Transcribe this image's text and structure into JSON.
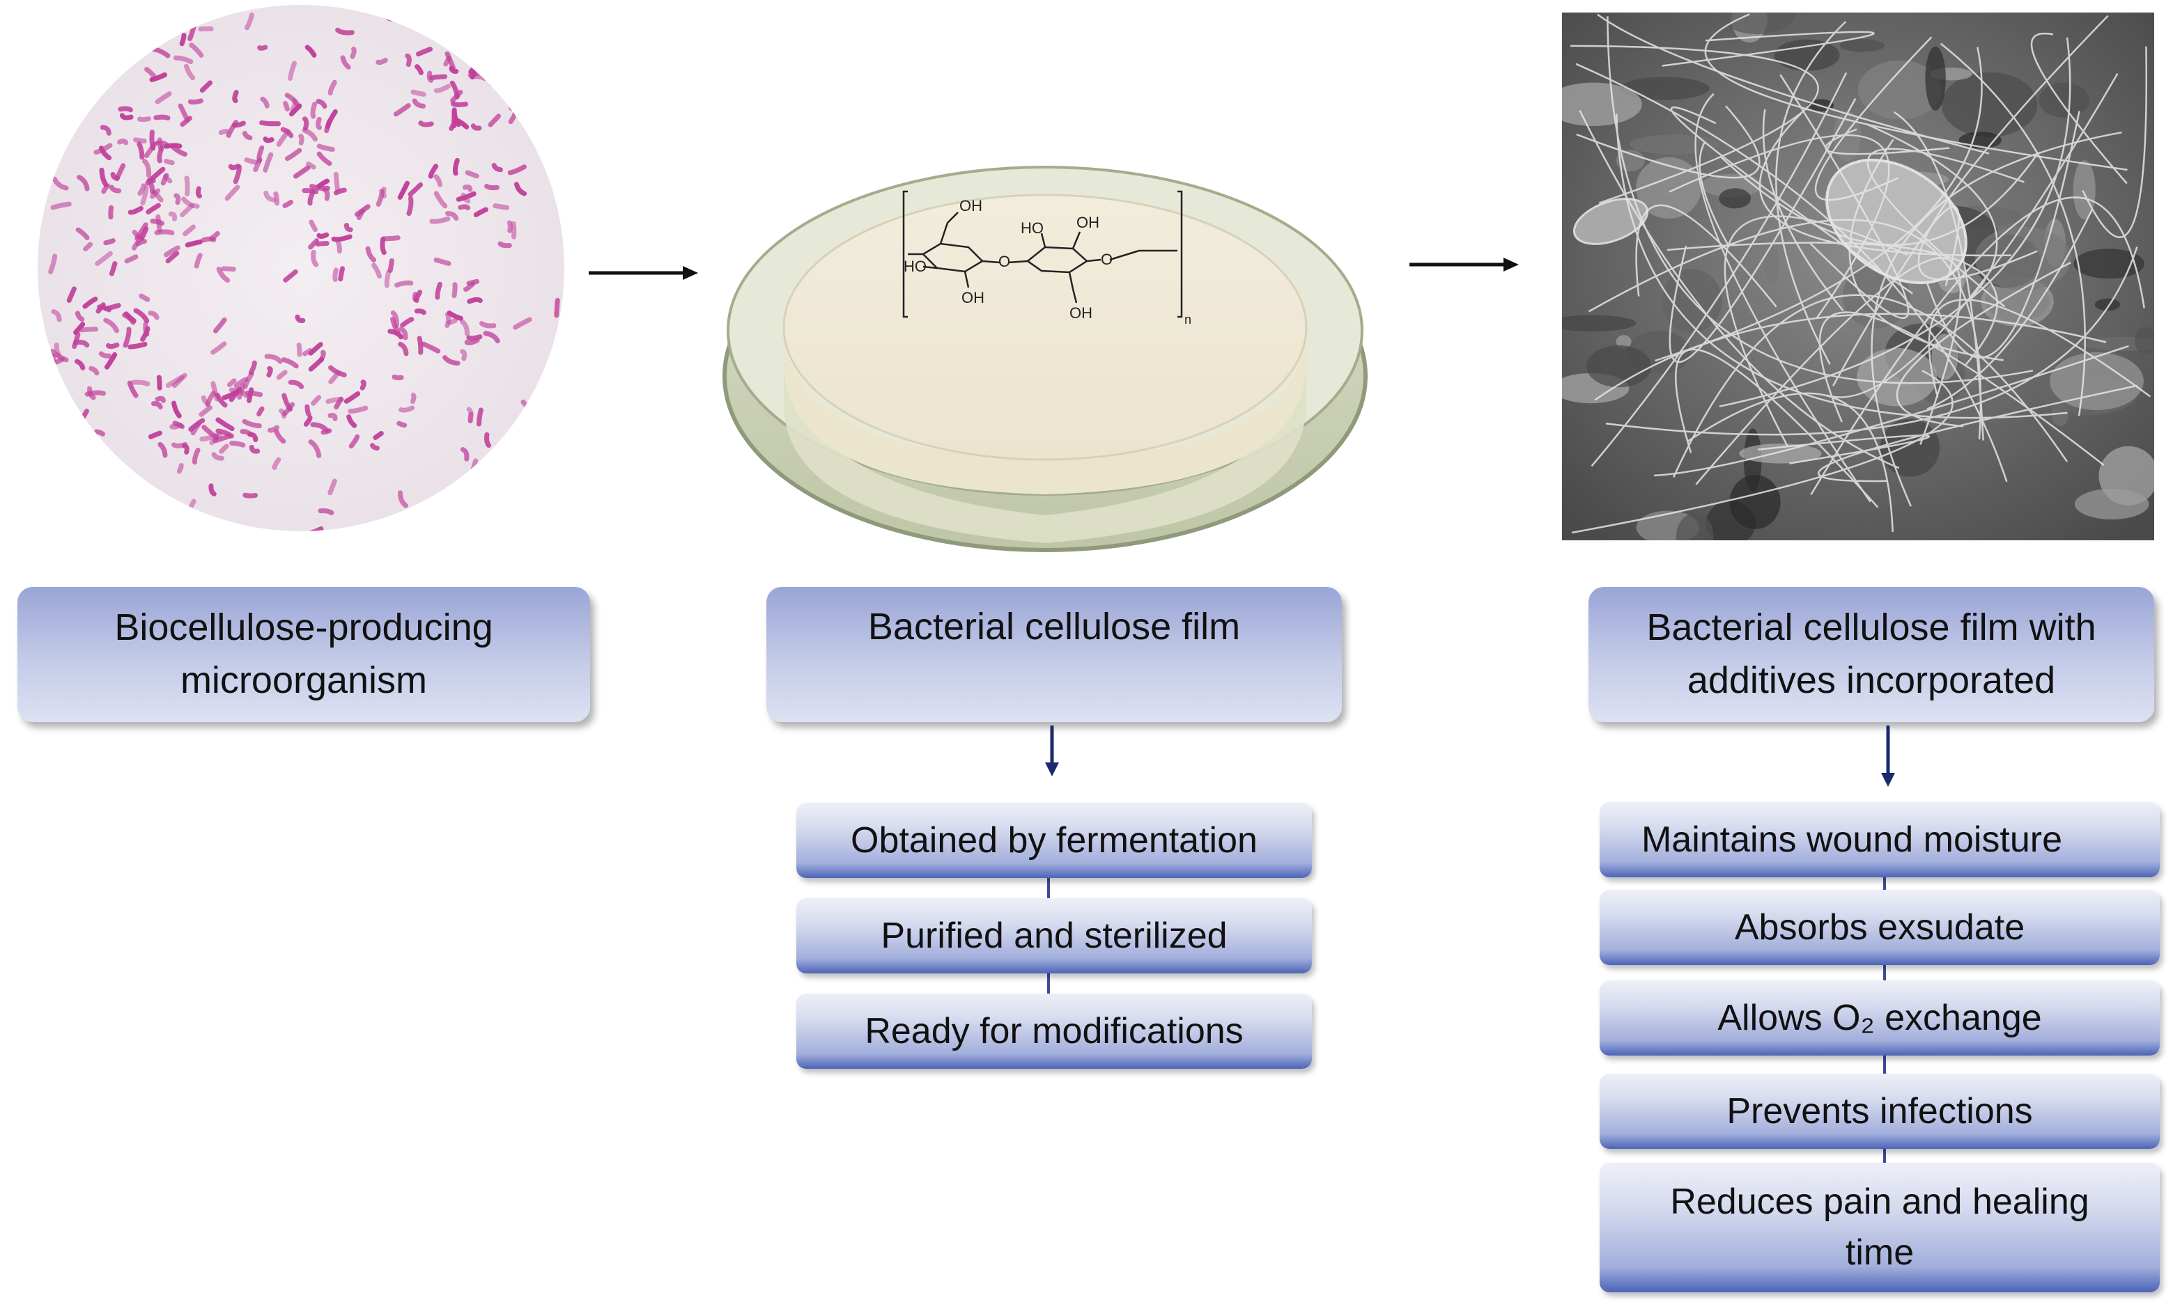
{
  "stage1": {
    "title": "Biocellulose-producing microorganism"
  },
  "stage2": {
    "title": "Bacterial cellulose film",
    "steps": [
      "Obtained by fermentation",
      "Purified and sterilized",
      "Ready for modifications"
    ],
    "molecule": {
      "oh_top": "OH",
      "ho_left": "HO",
      "oh_bottom": "OH",
      "ho_mid": "HO",
      "oh_mid": "OH",
      "oh_low": "OH",
      "o_bridge": "O",
      "o_end": "O",
      "subscript_n": "n"
    }
  },
  "stage3": {
    "title": "Bacterial cellulose film with additives incorporated",
    "benefits": [
      "Maintains wound moisture",
      "Absorbs exsudate",
      "Allows O₂ exchange",
      "Prevents infections",
      "Reduces pain and healing time"
    ]
  },
  "colors": {
    "box_top": "#9aa5d6",
    "box_bottom": "#dde1f2",
    "pill_dark": "#4c64b8",
    "arrow": "#1a2a6c",
    "stain": "#c0409a"
  }
}
